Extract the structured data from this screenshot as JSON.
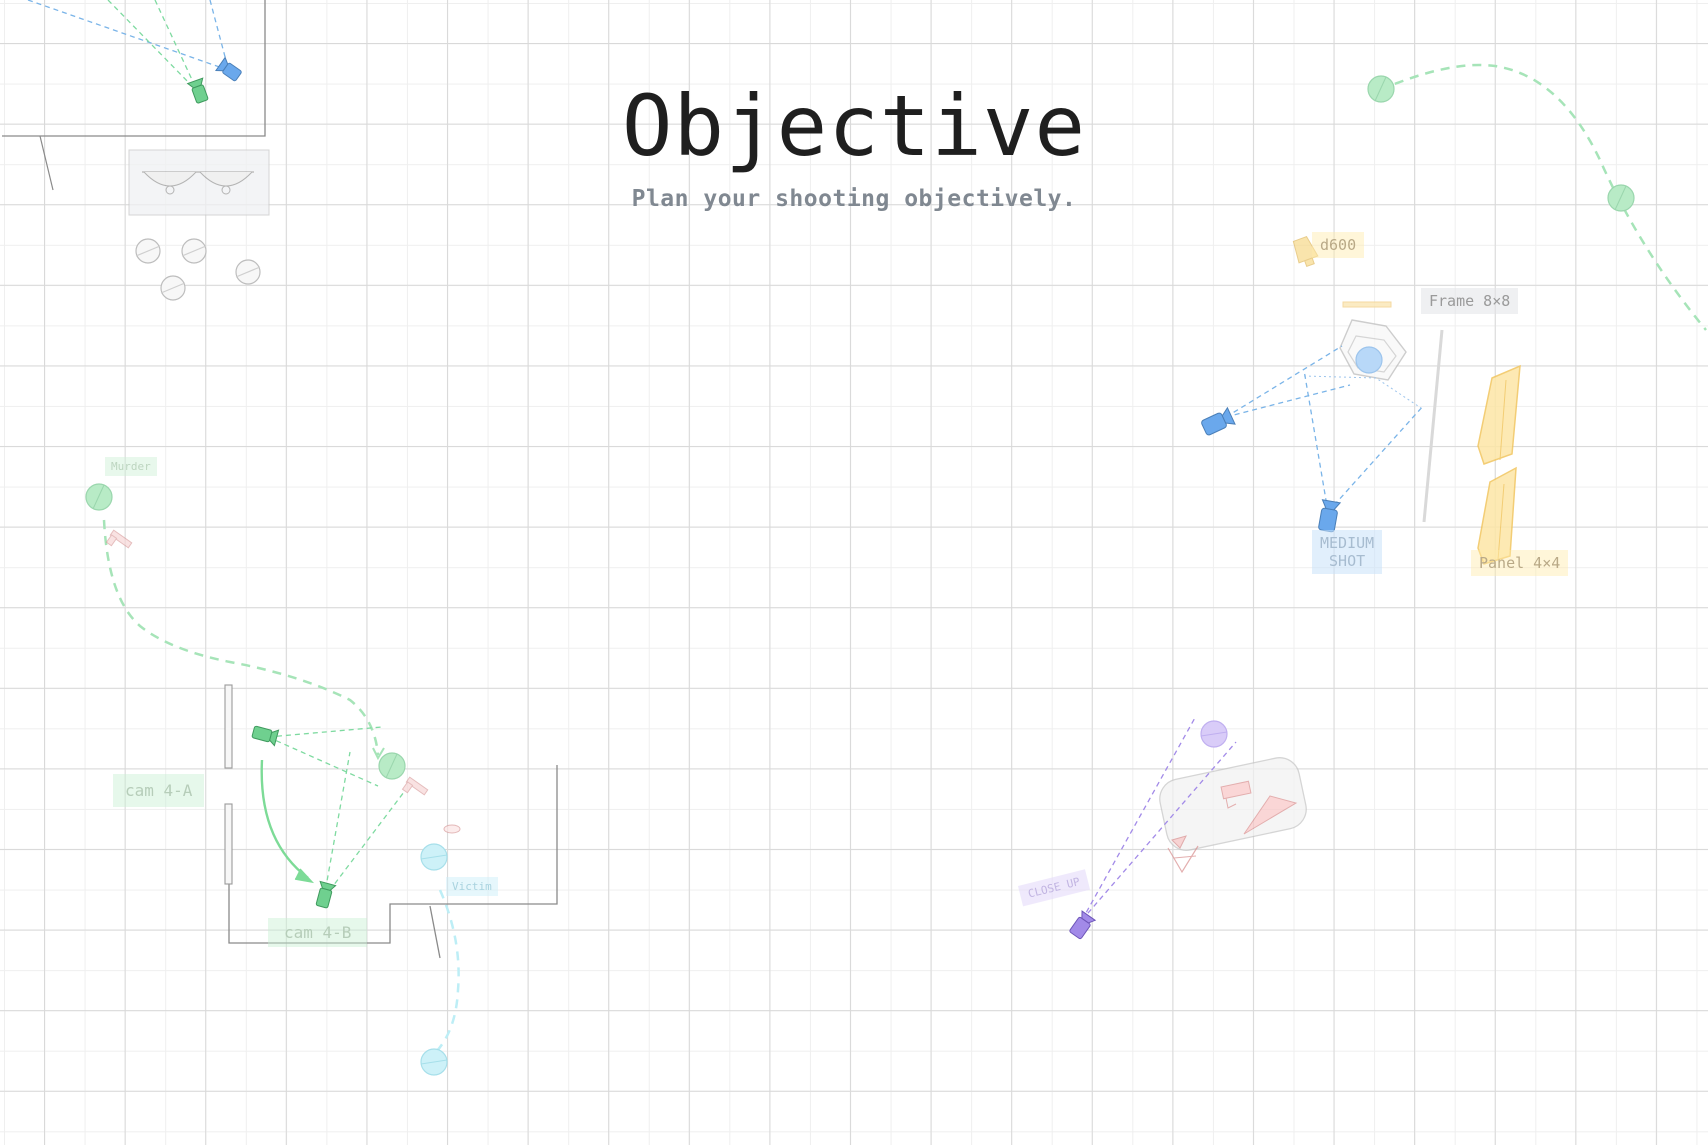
{
  "hero": {
    "title": "Objective",
    "subtitle": "Plan your shooting objectively."
  },
  "scenes": {
    "top_right": {
      "light_label": "d600",
      "frame_label": "Frame 8×8",
      "shot_label": "MEDIUM\nSHOT",
      "panel_label": "Panel 4×4"
    },
    "bottom_left": {
      "character_a_label": "Murder",
      "character_b_label": "Victim",
      "camera_a_label": "cam 4-A",
      "camera_b_label": "cam 4-B"
    },
    "bottom_right": {
      "shot_label": "CLOSE UP"
    }
  },
  "colors": {
    "grid_major": "#d9d9d9",
    "grid_minor": "#efefef",
    "camera_blue": "#6aa8ec",
    "camera_green": "#6fd08f",
    "camera_purple": "#a28ae8",
    "path_green": "#9fe0b0",
    "light_yellow": "#f5d070"
  }
}
